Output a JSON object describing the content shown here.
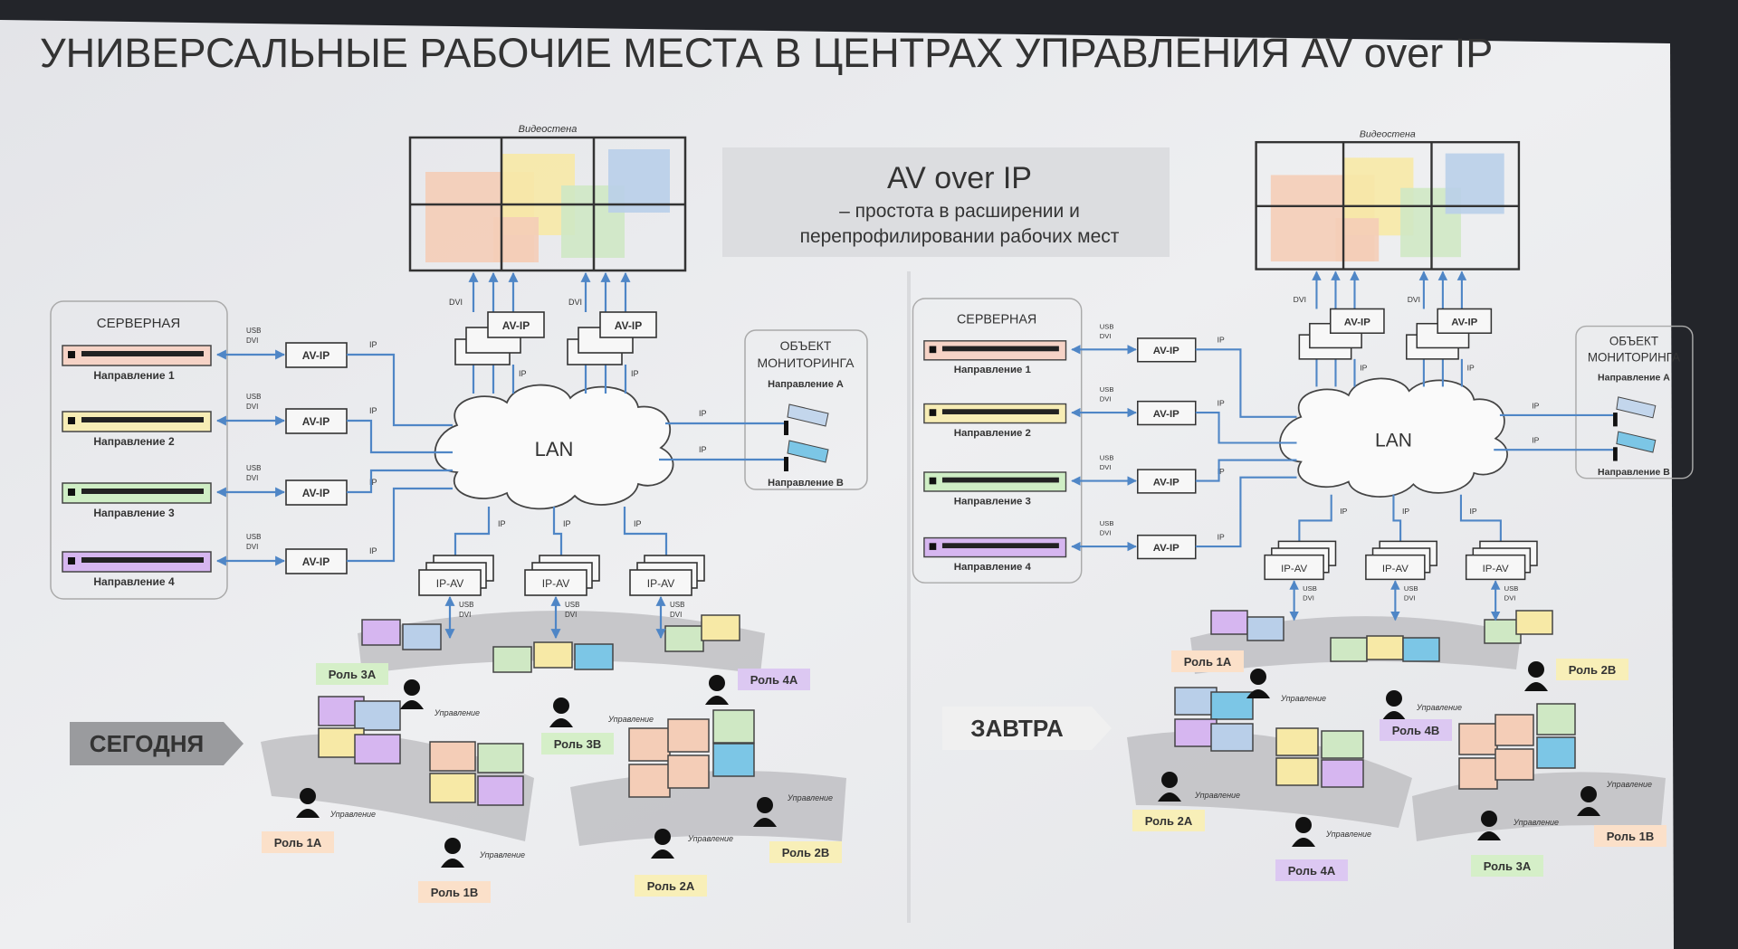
{
  "slide": {
    "title": "УНИВЕРСАЛЬНЫЕ РАБОЧИЕ МЕСТА В ЦЕНТРАХ УПРАВЛЕНИЯ AV over IP",
    "callout": {
      "heading": "AV over IP",
      "line1": "– простота в расширении и",
      "line2": "перепрофилировании рабочих мест"
    }
  },
  "panels": [
    {
      "state_label": "СЕГОДНЯ",
      "network": {
        "videowall_caption": "Видеостена",
        "server_room_title": "СЕРВЕРНАЯ",
        "directions": [
          "Направление 1",
          "Направление 2",
          "Направление 3",
          "Направление 4"
        ],
        "direction_colors": [
          "#f6d3c6",
          "#f7edb5",
          "#cfeec5",
          "#d6b6f0"
        ],
        "encoder_label": "AV-IP",
        "decoder_label": "IP-AV",
        "lan_label": "LAN",
        "usb_label": "USB",
        "dvi_label": "DVI",
        "ip_label": "IP",
        "monitoring_title_1": "ОБЪЕКТ",
        "monitoring_title_2": "МОНИТОРИНГА",
        "camera_a": "Направление А",
        "camera_b": "Направление В"
      },
      "control_label": "Управление",
      "roles": [
        {
          "label": "Роль 3А",
          "color": "#d5efc8"
        },
        {
          "label": "Роль 4А",
          "color": "#dcc8f2"
        },
        {
          "label": "Роль 3В",
          "color": "#d5efc8"
        },
        {
          "label": "Роль 1А",
          "color": "#fbe0c9"
        },
        {
          "label": "Роль 1В",
          "color": "#fbe0c9"
        },
        {
          "label": "Роль 2А",
          "color": "#f8efb8"
        },
        {
          "label": "Роль 2В",
          "color": "#f8efb8"
        }
      ]
    },
    {
      "state_label": "ЗАВТРА",
      "network": {
        "videowall_caption": "Видеостена",
        "server_room_title": "СЕРВЕРНАЯ",
        "directions": [
          "Направление 1",
          "Направление 2",
          "Направление 3",
          "Направление 4"
        ],
        "direction_colors": [
          "#f6d3c6",
          "#f7edb5",
          "#cfeec5",
          "#d6b6f0"
        ],
        "encoder_label": "AV-IP",
        "decoder_label": "IP-AV",
        "lan_label": "LAN",
        "usb_label": "USB",
        "dvi_label": "DVI",
        "ip_label": "IP",
        "monitoring_title_1": "ОБЪЕКТ",
        "monitoring_title_2": "МОНИТОРИНГА",
        "camera_a": "Направление А",
        "camera_b": "Направление В"
      },
      "control_label": "Управление",
      "roles": [
        {
          "label": "Роль 1А",
          "color": "#fbe0c9"
        },
        {
          "label": "Роль 2В",
          "color": "#f8efb8"
        },
        {
          "label": "Роль 4В",
          "color": "#dcc8f2"
        },
        {
          "label": "Роль 2А",
          "color": "#f8efb8"
        },
        {
          "label": "Роль 4А",
          "color": "#dcc8f2"
        },
        {
          "label": "Роль 3А",
          "color": "#d5efc8"
        },
        {
          "label": "Роль 1В",
          "color": "#fbe0c9"
        }
      ]
    }
  ],
  "colors": {
    "link": "#4f86c6",
    "slide_bg": "#e9eaed",
    "text": "#444444"
  }
}
